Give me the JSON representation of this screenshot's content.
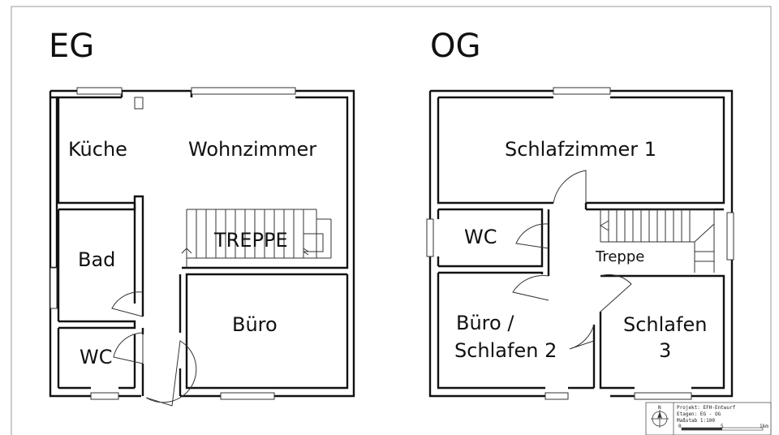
{
  "floors": [
    {
      "title": "EG",
      "rooms": [
        "Küche",
        "Wohnzimmer",
        "TREPPE",
        "Bad",
        "WC",
        "Büro"
      ]
    },
    {
      "title": "OG",
      "rooms": [
        "Schlafzimmer 1",
        "WC",
        "Treppe",
        "Büro /",
        "Schlafen 2",
        "Schlafen",
        "3"
      ]
    }
  ],
  "title_block": {
    "north": "N",
    "project": "Projekt: EFH-Entwurf",
    "floors_line": "Etagen: EG - OG",
    "scale": "Maßstab 1:100",
    "scale_bar": [
      "0",
      "5",
      "1km"
    ]
  }
}
